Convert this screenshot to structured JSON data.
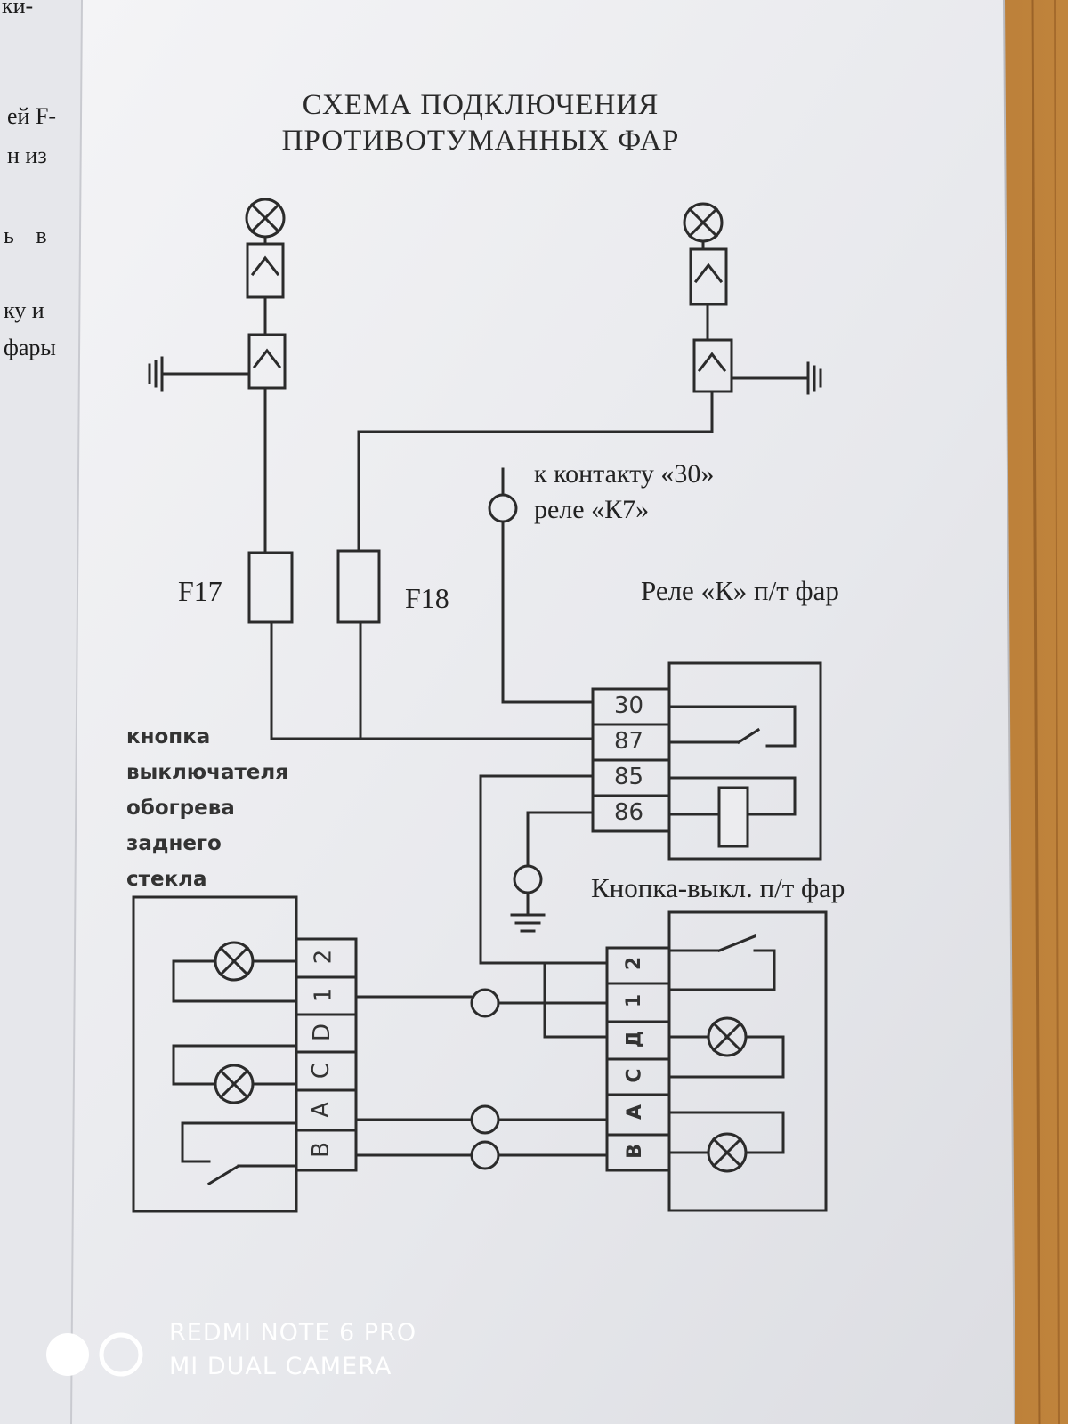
{
  "colors": {
    "ink": "#2b2b2b",
    "paper": "#ecedef",
    "wood": "#a86a2c",
    "watermark": "#ffffff"
  },
  "left_page_fragments": [
    "ки-",
    "ей F-",
    "н из",
    "ь в",
    "ку и",
    "фары"
  ],
  "title": {
    "line1": "СХЕМА ПОДКЛЮЧЕНИЯ",
    "line2": "ПРОТИВОТУМАННЫХ ФАР"
  },
  "fuses": {
    "f17": "F17",
    "f18": "F18"
  },
  "contact_note": {
    "line1": "к контакту «30»",
    "line2": "реле «К7»"
  },
  "relay": {
    "label": "Реле «К» п/т фар",
    "terminals": [
      "30",
      "87",
      "85",
      "86"
    ]
  },
  "rear_defrost_switch": {
    "label_lines": [
      "кнопка",
      "выключателя",
      "обогрева",
      "заднего",
      "стекла"
    ],
    "pins": [
      "2",
      "1",
      "D",
      "C",
      "A",
      "B"
    ]
  },
  "fog_switch": {
    "label": "Кнопка-выкл. п/т фар",
    "pins": [
      "2",
      "1",
      "Д",
      "C",
      "A",
      "B"
    ]
  },
  "icons": [
    "lamp-icon",
    "connector-icon",
    "ground-icon",
    "fuse-icon",
    "switch-contact-icon",
    "relay-coil-icon"
  ],
  "watermark": {
    "line1": "REDMI NOTE 6 PRO",
    "line2": "MI DUAL CAMERA"
  }
}
